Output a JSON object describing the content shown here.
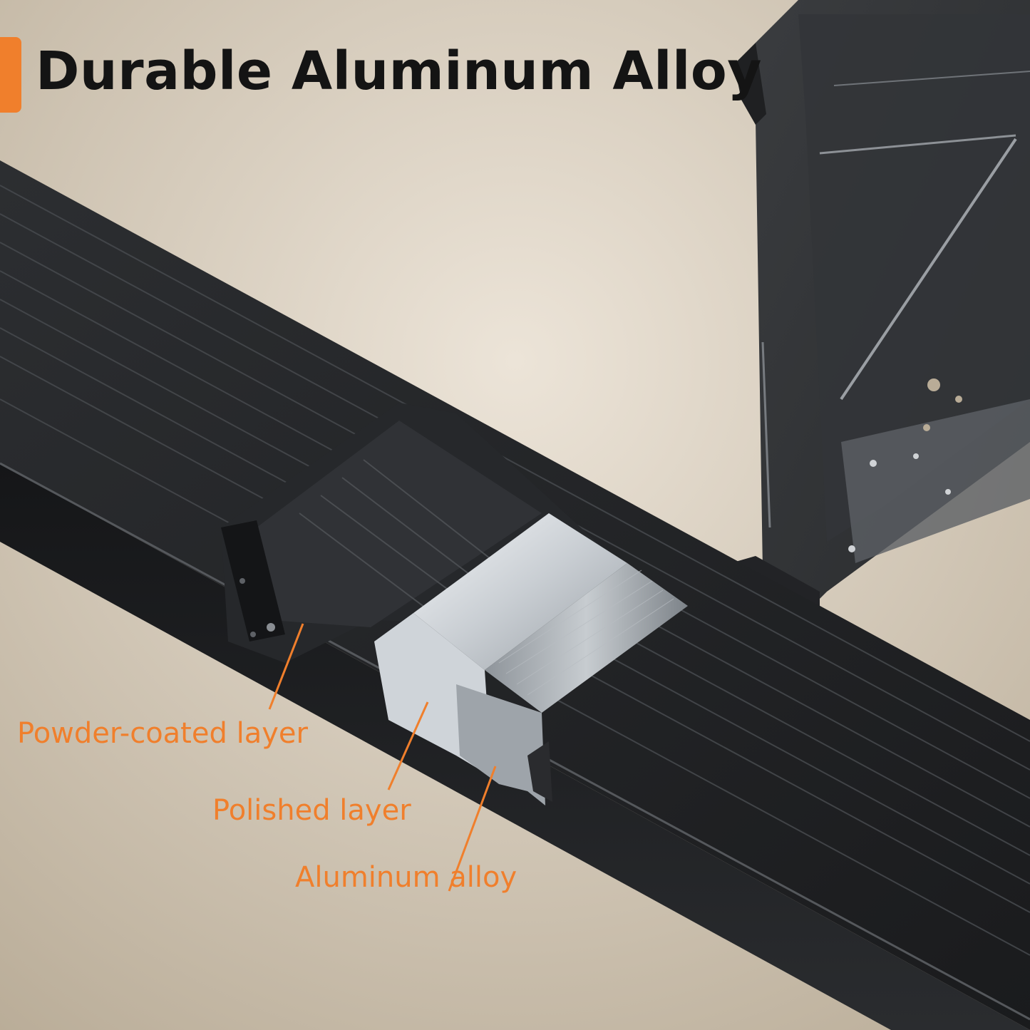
{
  "headline": "Durable Aluminum Alloy",
  "callouts": [
    {
      "label": "Powder-coated layer"
    },
    {
      "label": "Polished layer"
    },
    {
      "label": "Aluminum alloy"
    }
  ],
  "colors": {
    "accent": "#f07f2c",
    "headline": "#141414",
    "callout": "#f07f2c",
    "background_top": "#ece4d8",
    "background_bottom": "#b8ab96",
    "rail_dark": "#1e1f21",
    "rail_mid": "#35373a",
    "polished": "#d8dde2",
    "brushed": "#a3a9af"
  },
  "icons": {
    "accent_bar": "orange-accent-bar",
    "product": "aluminum-rail-cross-section"
  }
}
